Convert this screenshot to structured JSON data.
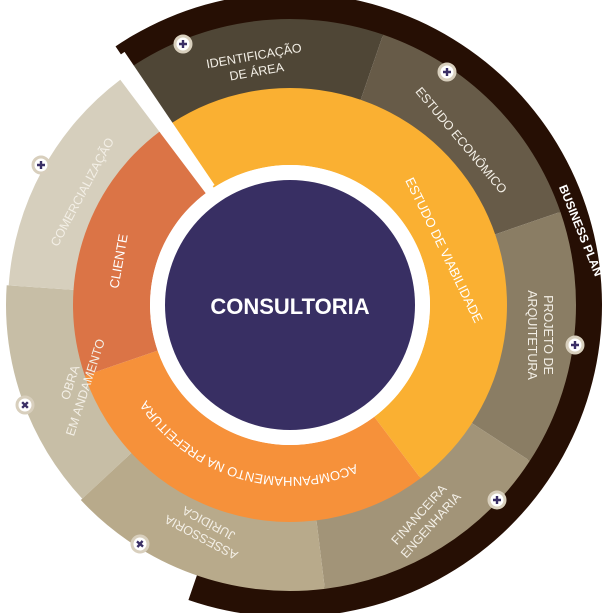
{
  "center": {
    "label": "CONSULTORIA"
  },
  "band": {
    "label": "BUSINESS PLAN"
  },
  "inner_ring": [
    {
      "label": "ESTUDO DE VIABILIDADE"
    },
    {
      "label": "ACOMPANHAMENTO NA PREFEITURA"
    },
    {
      "label": "CLIENTE"
    }
  ],
  "outer_ring": [
    {
      "lines": [
        "IDENTIFICAÇÃO",
        "DE ÁREA"
      ]
    },
    {
      "lines": [
        "ESTUDO ECONÔMICO"
      ]
    },
    {
      "lines": [
        "PROJETO DE",
        "ARQUITETURA"
      ]
    },
    {
      "lines": [
        "ENGENHARIA",
        "FINANCEIRA"
      ]
    },
    {
      "lines": [
        "ASSESSORIA",
        "JURÍDICA"
      ]
    },
    {
      "lines": [
        "OBRA",
        "EM ANDAMENTO"
      ]
    },
    {
      "lines": [
        "COMERCIALIZAÇÃO"
      ]
    }
  ],
  "colors": {
    "center": "#382F63",
    "viabilidade": "#FAB032",
    "acompanhamento": "#F6913A",
    "cliente": "#DB7446",
    "band": "#260F04"
  }
}
